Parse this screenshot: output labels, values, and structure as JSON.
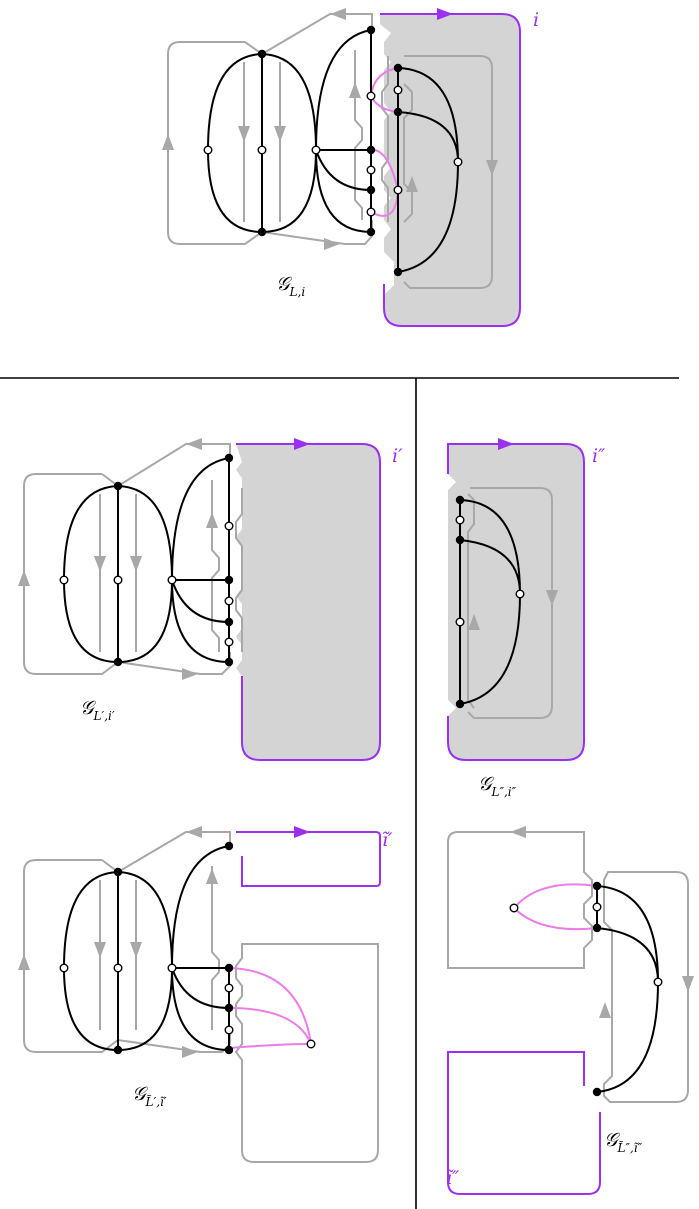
{
  "panels": {
    "top": {
      "graph_label": {
        "base": "𝒢",
        "sub": "L,i"
      },
      "side_label": "i"
    },
    "middle_left": {
      "graph_label": {
        "base": "𝒢",
        "sub": "L′,i′"
      },
      "side_label": "i′"
    },
    "middle_right": {
      "graph_label": {
        "base": "𝒢",
        "sub": "L″,i″"
      },
      "side_label": "i″"
    },
    "bottom_left": {
      "graph_label": {
        "base": "𝒢",
        "sub": "L̃′,ĩ′"
      },
      "side_label": "ĩ′"
    },
    "bottom_right": {
      "graph_label": {
        "base": "𝒢",
        "sub": "L̃″,ĩ″"
      },
      "side_label": "ĩ″"
    }
  },
  "colors": {
    "edges": "#000000",
    "boundary": "#a8a8a8",
    "cut_path": "#9b30f0",
    "shaded_region": "#d4d4d4",
    "pink_edges": "#ee7ce8"
  }
}
